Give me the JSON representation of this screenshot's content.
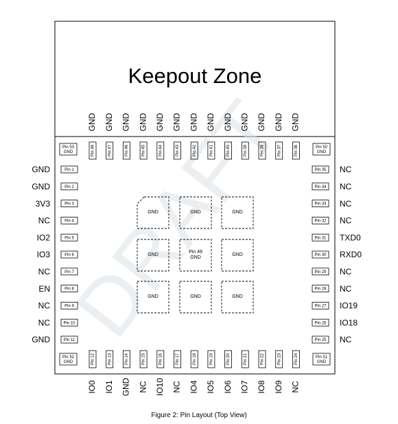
{
  "keepout_label": "Keepout Zone",
  "watermark": "DRAFT",
  "caption": "Figure 2: Pin Layout (Top View)",
  "top_signals": [
    "GND",
    "GND",
    "GND",
    "GND",
    "GND",
    "GND",
    "GND",
    "GND",
    "GND",
    "GND",
    "GND",
    "GND",
    "GND"
  ],
  "top_pins": [
    "Pin 48",
    "Pin 47",
    "Pin 46",
    "Pin 45",
    "Pin 44",
    "Pin 43",
    "Pin 42",
    "Pin 41",
    "Pin 40",
    "Pin 39",
    "Pin 38",
    "Pin 37",
    "Pin 36"
  ],
  "bottom_pins": [
    "Pin 12",
    "Pin 13",
    "Pin 14",
    "Pin 15",
    "Pin 16",
    "Pin 17",
    "Pin 18",
    "Pin 19",
    "Pin 20",
    "Pin 21",
    "Pin 22",
    "Pin 23",
    "Pin 24"
  ],
  "bottom_signals": [
    "IO0",
    "IO1",
    "GND",
    "NC",
    "IO10",
    "NC",
    "IO4",
    "IO5",
    "IO6",
    "IO7",
    "IO8",
    "IO9",
    "NC"
  ],
  "left_pins": [
    "Pin 1",
    "Pin 2",
    "Pin 3",
    "Pin 4",
    "Pin 5",
    "Pin 6",
    "Pin 7",
    "Pin 8",
    "Pin 9",
    "Pin 10",
    "Pin 11"
  ],
  "left_signals": [
    "GND",
    "GND",
    "3V3",
    "NC",
    "IO2",
    "IO3",
    "NC",
    "EN",
    "NC",
    "NC",
    "GND"
  ],
  "right_pins": [
    "Pin 35",
    "Pin 34",
    "Pin 33",
    "Pin 32",
    "Pin 31",
    "Pin 30",
    "Pin 29",
    "Pin 28",
    "Pin 27",
    "Pin 26",
    "Pin 25"
  ],
  "right_signals": [
    "NC",
    "NC",
    "NC",
    "NC",
    "TXD0",
    "RXD0",
    "NC",
    "NC",
    "IO19",
    "IO18",
    "NC"
  ],
  "corner_pins": {
    "top_left": {
      "pin": "Pin 53",
      "signal": "GND"
    },
    "top_right": {
      "pin": "Pin 50",
      "signal": "GND"
    },
    "bottom_left": {
      "pin": "Pin 52",
      "signal": "GND"
    },
    "bottom_right": {
      "pin": "Pin 51",
      "signal": "GND"
    }
  },
  "pads": [
    [
      "GND",
      "GND",
      "GND"
    ],
    [
      "GND",
      "Pin 49\nGND",
      "GND"
    ],
    [
      "GND",
      "GND",
      "GND"
    ]
  ]
}
